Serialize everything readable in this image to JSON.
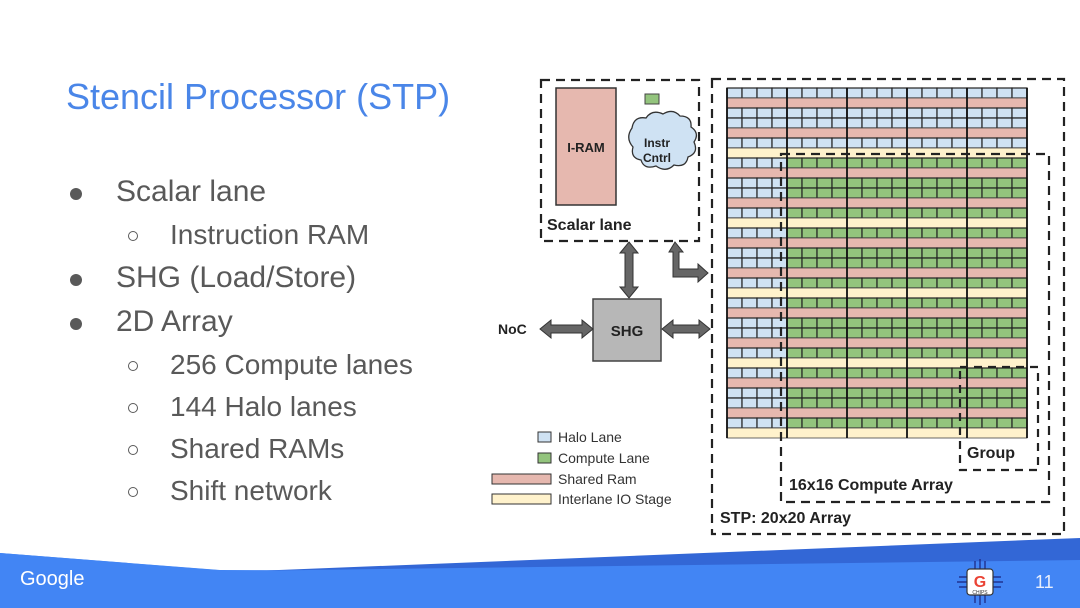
{
  "slide": {
    "title": "Stencil Processor (STP)",
    "page_number": "11",
    "footer_brand": "Google",
    "logo_label": "CHIPS",
    "bullets": [
      {
        "text": "Scalar lane",
        "sub": [
          "Instruction RAM"
        ]
      },
      {
        "text": "SHG (Load/Store)",
        "sub": []
      },
      {
        "text": "2D Array",
        "sub": [
          "256 Compute lanes",
          "144 Halo lanes",
          "Shared RAMs",
          "Shift network"
        ]
      }
    ]
  },
  "diagram": {
    "scalar_lane_label": "Scalar lane",
    "iram_label": "I-RAM",
    "instr_ctrl_line1": "Instr",
    "instr_ctrl_line2": "Cntrl",
    "shg_label": "SHG",
    "noc_label": "NoC",
    "compute_array_label": "16x16 Compute Array",
    "stp_array_label": "STP: 20x20 Array",
    "group_label": "Group",
    "array": {
      "lanes": 20,
      "columns": 20,
      "compute_start": 4,
      "lanes_per_block": 4
    },
    "legend": [
      {
        "label": "Halo Lane",
        "color": "#cfe2f3"
      },
      {
        "label": "Compute Lane",
        "color": "#93c47d"
      },
      {
        "label": "Shared Ram",
        "color": "#e6b8af"
      },
      {
        "label": "Interlane IO Stage",
        "color": "#fff2cc"
      }
    ],
    "colors": {
      "halo": "#cfe2f3",
      "compute": "#93c47d",
      "ram": "#e6b8af",
      "io": "#fff2cc",
      "shg": "#b7b7b7",
      "arrow": "#666666"
    }
  },
  "colors": {
    "title": "#4a86e8",
    "footer": "#4285f4",
    "footer_dark": "#3367d6"
  }
}
